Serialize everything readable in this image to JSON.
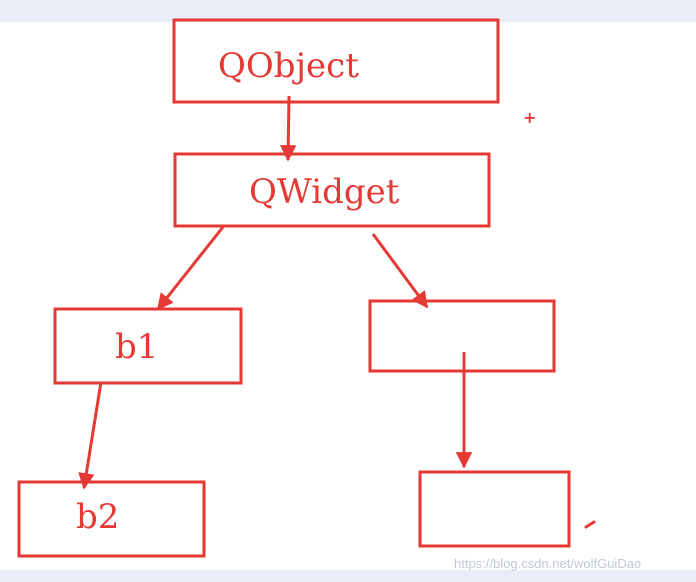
{
  "diagram": {
    "nodes": [
      {
        "id": "qobject",
        "label": "QObject"
      },
      {
        "id": "qwidget",
        "label": "QWidget"
      },
      {
        "id": "b1",
        "label": "b1"
      },
      {
        "id": "b2",
        "label": "b2"
      },
      {
        "id": "right-child",
        "label": ""
      },
      {
        "id": "right-grandchild",
        "label": ""
      }
    ],
    "edges": [
      {
        "from": "qobject",
        "to": "qwidget"
      },
      {
        "from": "qwidget",
        "to": "b1"
      },
      {
        "from": "qwidget",
        "to": "right-child"
      },
      {
        "from": "b1",
        "to": "b2"
      },
      {
        "from": "right-child",
        "to": "right-grandchild"
      }
    ],
    "stroke_color": "#e53935"
  },
  "marks": {
    "plus": "+"
  },
  "watermark": "https://blog.csdn.net/wolfGuiDao"
}
